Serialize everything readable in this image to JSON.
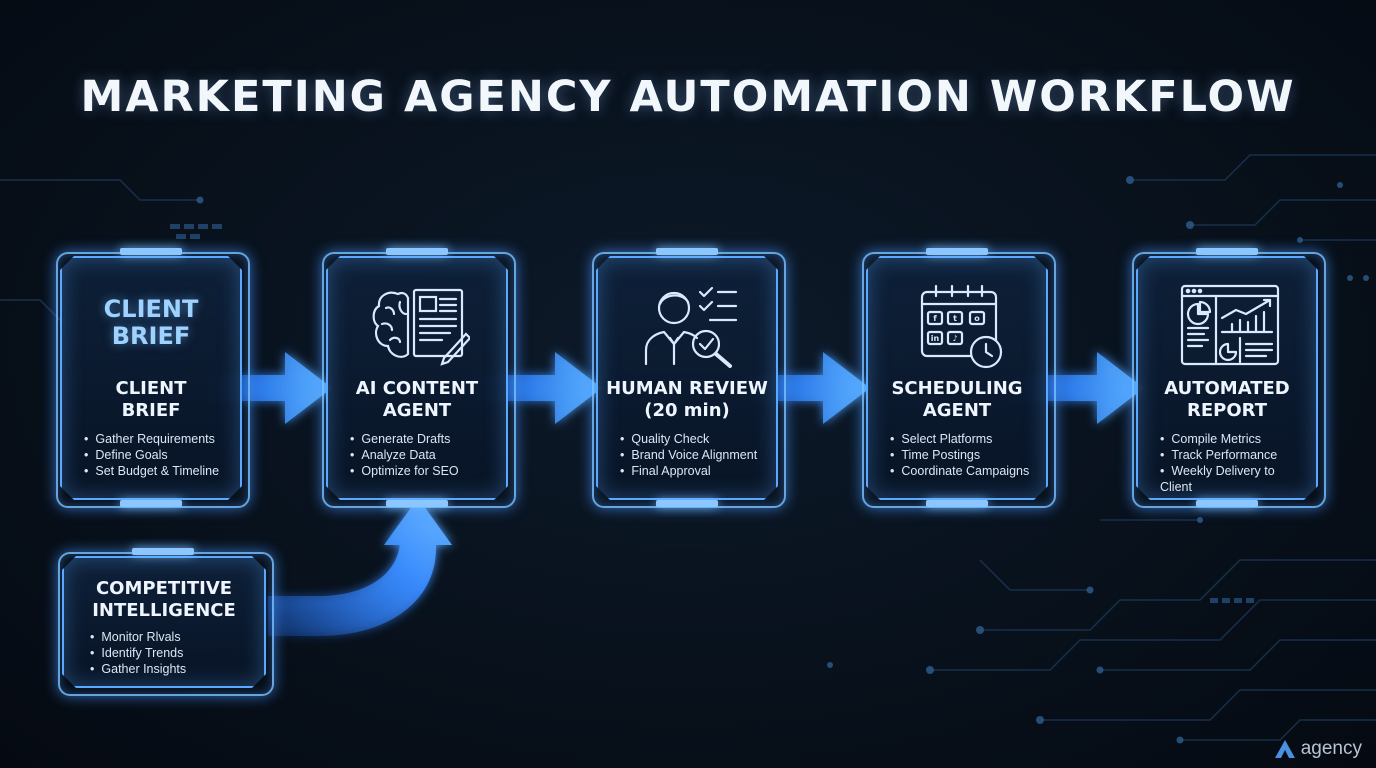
{
  "title": "MARKETING AGENCY AUTOMATION WORKFLOW",
  "accent_color": "#5aa8ff",
  "glow_color": "#8cc6ff",
  "steps": [
    {
      "title": "CLIENT BRIEF",
      "badge": "CLIENT BRIEF",
      "icon": "client-brief-text-badge",
      "bullets": [
        "Gather Requirements",
        "Define Goals",
        "Set Budget & Timeline"
      ]
    },
    {
      "title": "AI CONTENT AGENT",
      "icon": "brain-document-icon",
      "bullets": [
        "Generate Drafts",
        "Analyze Data",
        "Optimize for SEO"
      ]
    },
    {
      "title": "HUMAN REVIEW (20 min)",
      "icon": "reviewer-magnifier-icon",
      "bullets": [
        "Quality Check",
        "Brand Voice Alignment",
        "Final Approval"
      ]
    },
    {
      "title": "SCHEDULING AGENT",
      "icon": "calendar-social-clock-icon",
      "bullets": [
        "Select Platforms",
        "Time Postings",
        "Coordinate Campaigns"
      ]
    },
    {
      "title": "AUTOMATED REPORT",
      "icon": "dashboard-chart-icon",
      "bullets": [
        "Compile Metrics",
        "Track Performance",
        "Weekly Delivery to Client"
      ]
    }
  ],
  "side_input": {
    "title": "COMPETITIVE INTELLIGENCE",
    "bullets": [
      "Monitor Rlvals",
      "Identify Trends",
      "Gather Insights"
    ]
  },
  "logo_text": "agency"
}
